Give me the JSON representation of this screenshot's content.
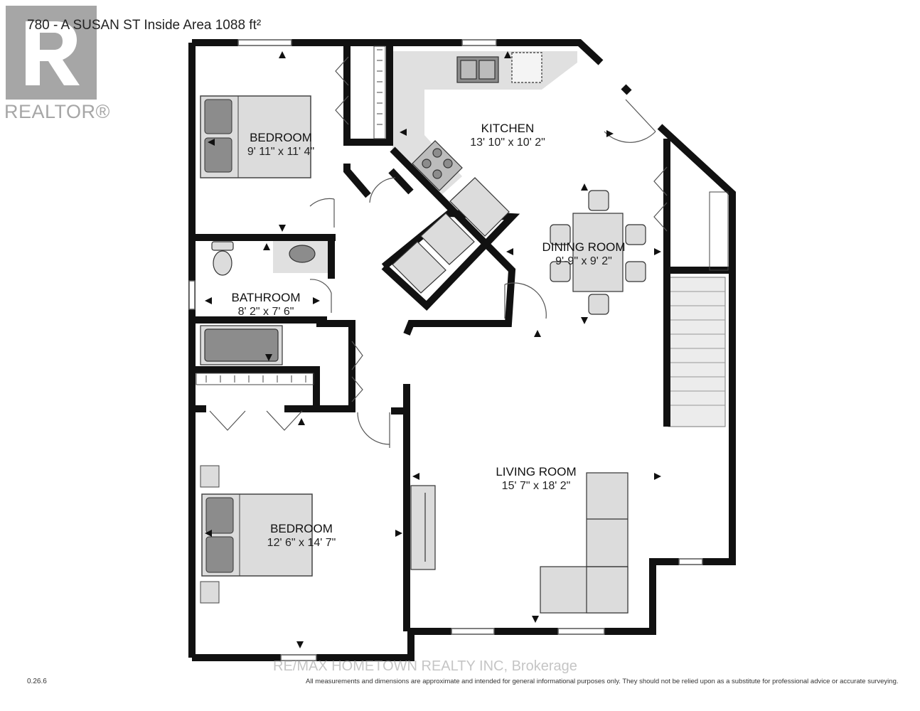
{
  "header": {
    "title": "780 - A SUSAN ST Inside Area 1088 ft²"
  },
  "logo": {
    "text": "REALTOR®",
    "color": "#a6a6a6"
  },
  "rooms": [
    {
      "name": "BEDROOM",
      "dim": "9' 11\" x 11' 4\""
    },
    {
      "name": "KITCHEN",
      "dim": "13' 10\" x 10' 2\""
    },
    {
      "name": "DINING ROOM",
      "dim": "9'-9\" x 9' 2\""
    },
    {
      "name": "BATHROOM",
      "dim": "8' 2\" x 7' 6\""
    },
    {
      "name": "LIVING ROOM",
      "dim": "15' 7\" x 18' 2\""
    },
    {
      "name": "BEDROOM",
      "dim": "12' 6\" x 14' 7\""
    }
  ],
  "footer": {
    "version": "0.26.6",
    "watermark": "RE/MAX HOMETOWN REALTY INC, Brokerage",
    "disclaimer": "All measurements and dimensions are approximate and intended for general informational purposes only. They should not be relied upon as a substitute for professional advice or accurate surveying."
  },
  "colors": {
    "wall": "#111111",
    "fixture_fill": "#8c8c8c",
    "counter_fill": "#e0e0e0",
    "stairs_fill": "#ececec"
  }
}
